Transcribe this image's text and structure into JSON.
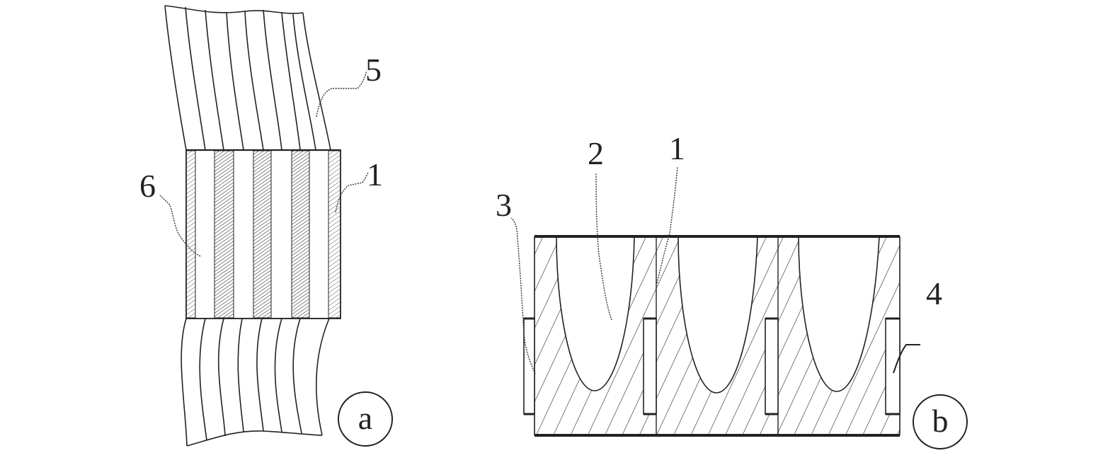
{
  "panel_a": {
    "badge": "a",
    "labels": {
      "fibers": "5",
      "inserts": "1",
      "channels": "6"
    }
  },
  "panel_b": {
    "badge": "b",
    "labels": {
      "cavities": "2",
      "insert": "1",
      "left_slot": "3",
      "right_slot": "4"
    }
  }
}
